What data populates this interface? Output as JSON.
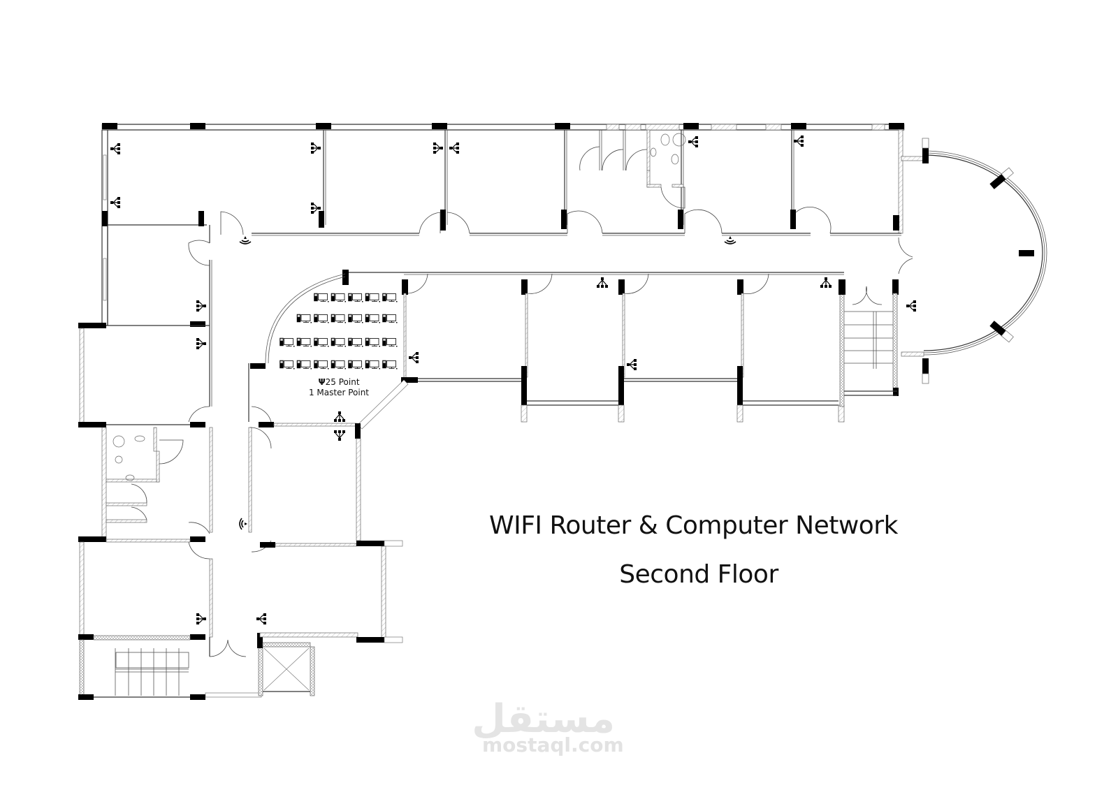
{
  "drawing": {
    "title": "WIFI Router & Computer Network",
    "subtitle": "Second Floor"
  },
  "computer_lab": {
    "points_label": "25 Point",
    "master_label": "1 Master Point",
    "rows": [
      5,
      6,
      7,
      7
    ],
    "total_points": 25,
    "master_points": 1
  },
  "legend_symbols": {
    "network_point": "network-outlet-icon",
    "wifi_router": "wifi-router-icon",
    "workstation": "computer-workstation-icon"
  },
  "counts": {
    "wifi_routers": 3,
    "network_outlets": 17
  },
  "watermark": {
    "arabic": "مستقل",
    "latin": "mostaql.com"
  }
}
